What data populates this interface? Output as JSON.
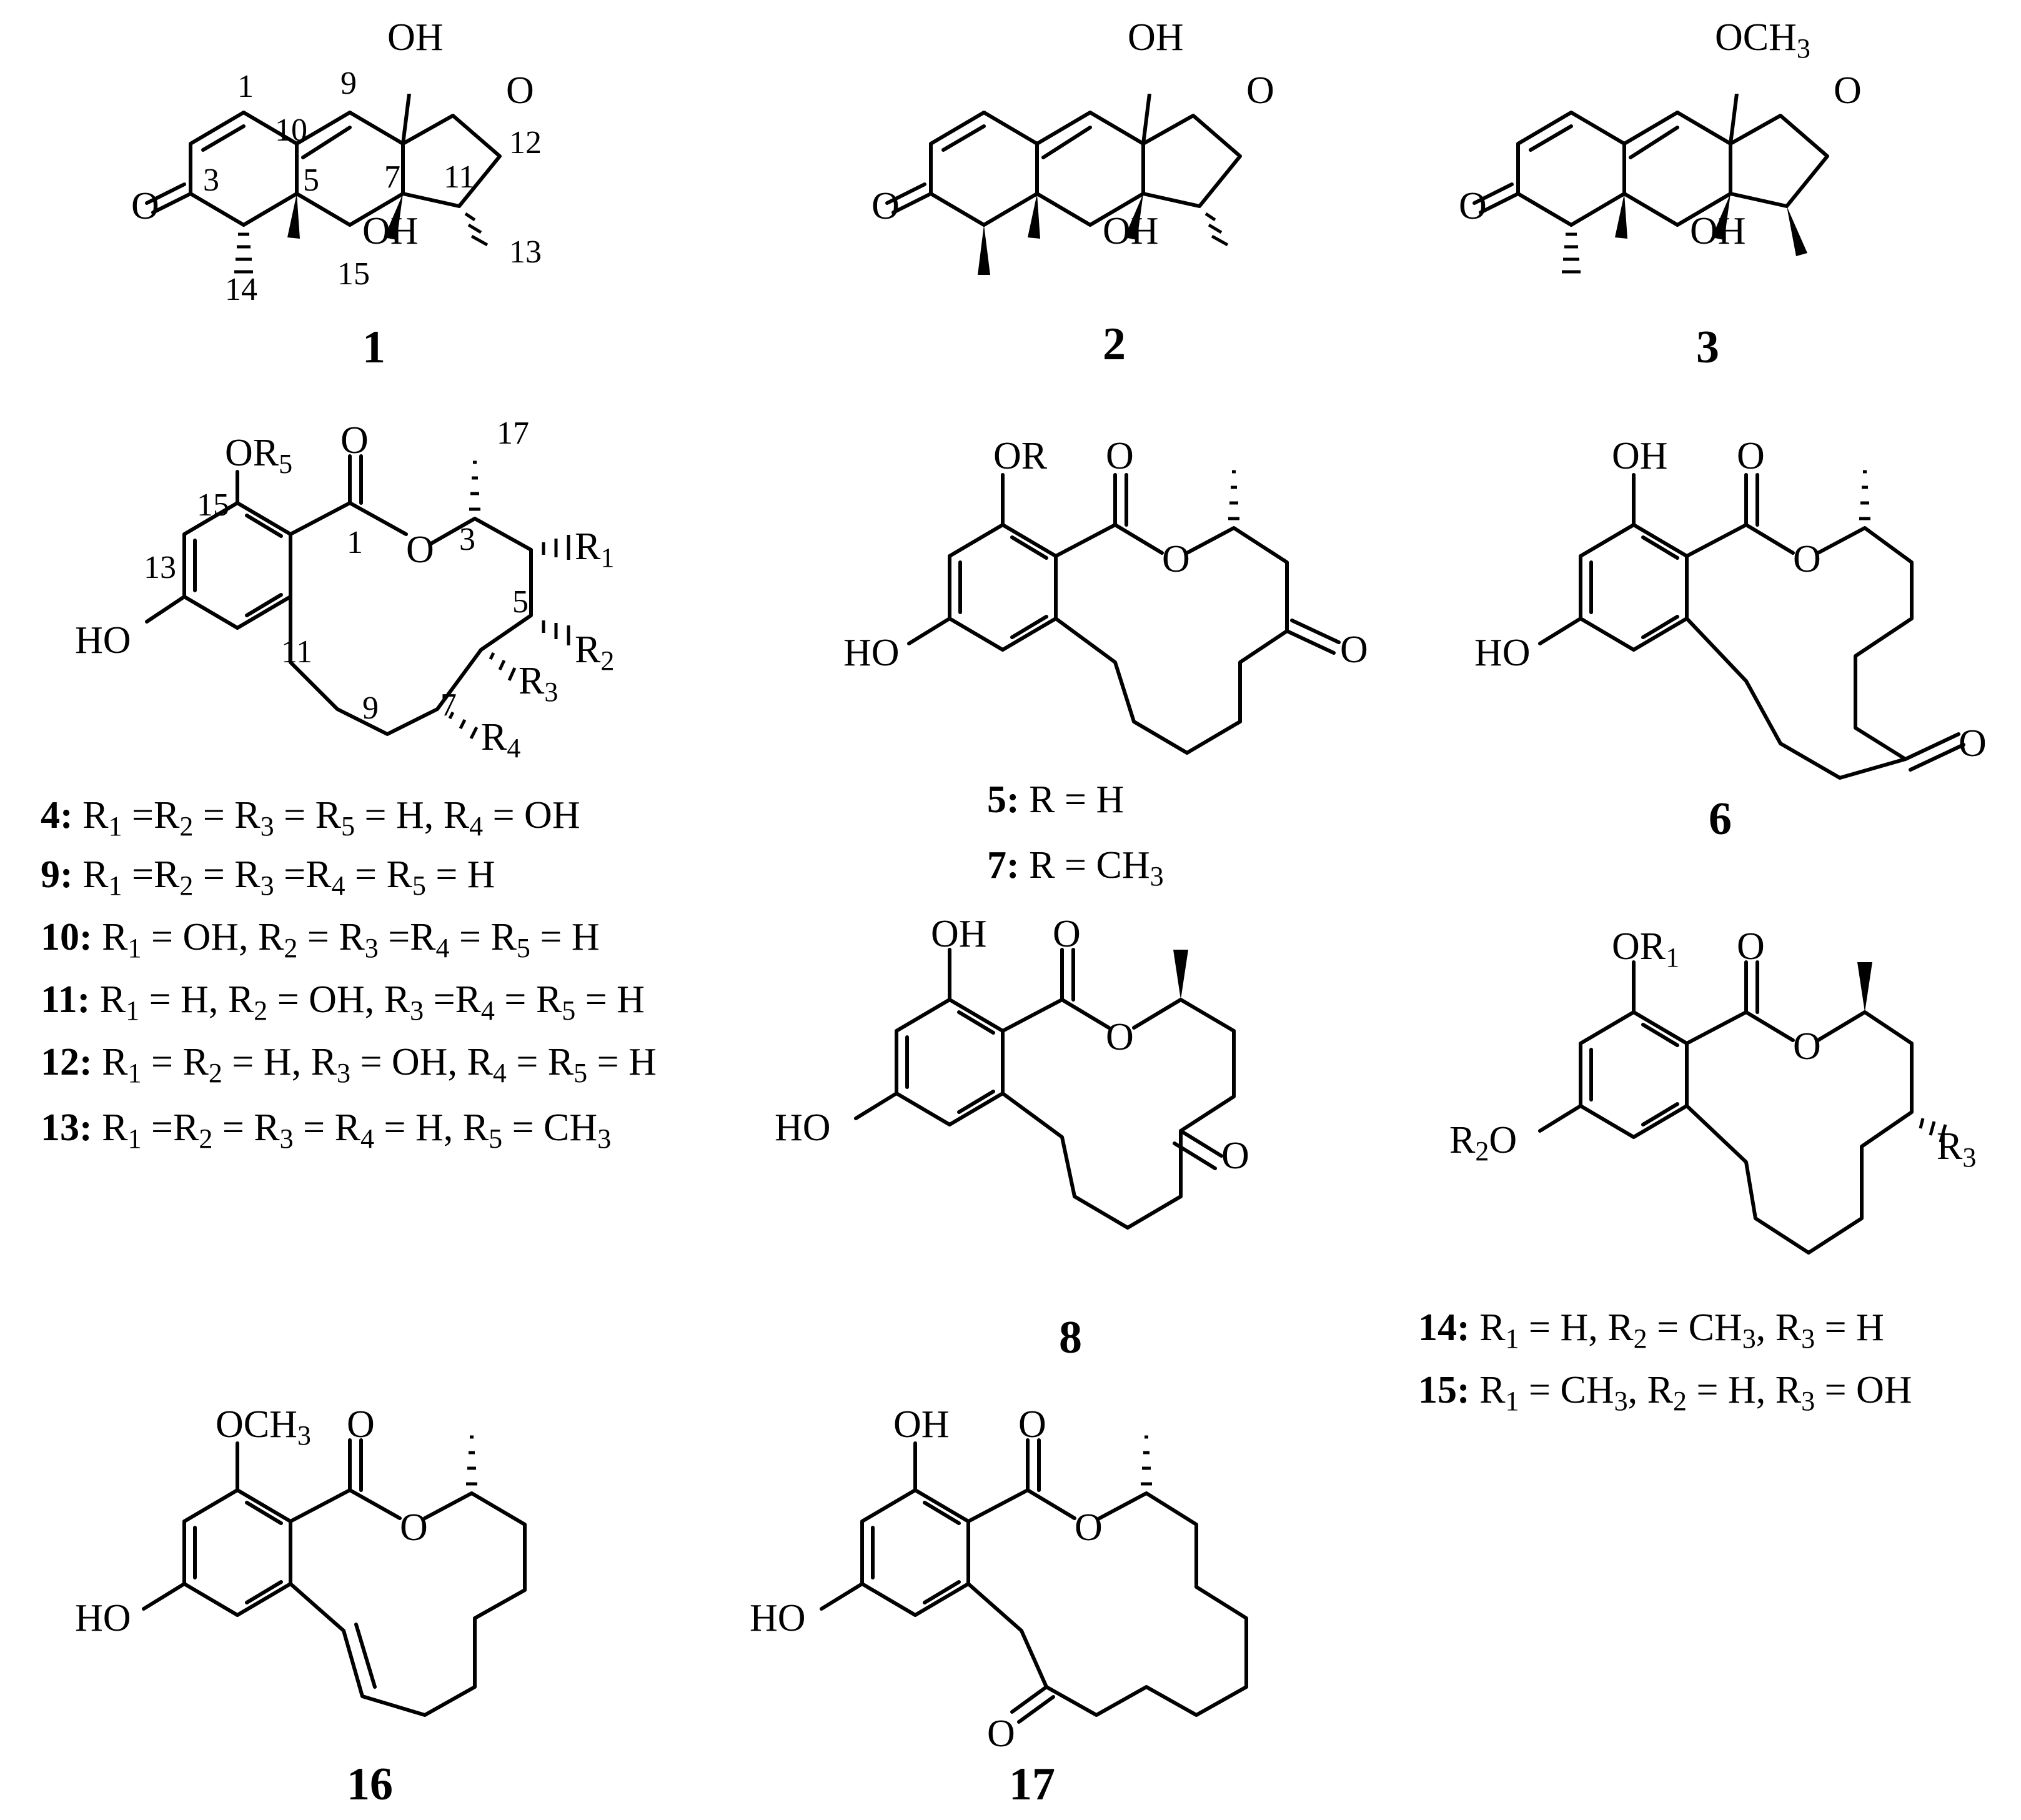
{
  "figure": {
    "compound_labels": [
      "1",
      "2",
      "3",
      "4",
      "5",
      "6",
      "7",
      "8",
      "9",
      "10",
      "11",
      "12",
      "13",
      "14",
      "15",
      "16",
      "17"
    ],
    "c1": {
      "id": "1",
      "locants": [
        "1",
        "9",
        "10",
        "3",
        "5",
        "7",
        "11",
        "12",
        "13",
        "14",
        "15"
      ],
      "atoms": {
        "oh_top": "OH",
        "o_ring": "O",
        "o_keto": "O",
        "oh_bot": "OH"
      }
    },
    "c2": {
      "id": "2",
      "atoms": {
        "oh_top": "OH",
        "o_ring": "O",
        "o_keto": "O",
        "oh_bot": "OH"
      }
    },
    "c3": {
      "id": "3",
      "atoms": {
        "ome_top": "OCH3",
        "o_ring": "O",
        "o_keto": "O",
        "oh_bot": "OH"
      }
    },
    "c4": {
      "atoms": {
        "or5": "OR5",
        "o_carbonyl": "O",
        "o_ring": "O",
        "ho": "HO",
        "r1": "R1",
        "r2": "R2",
        "r3": "R3",
        "r4": "R4"
      },
      "locants": [
        "17",
        "15",
        "1",
        "3",
        "13",
        "5",
        "11",
        "9",
        "7"
      ],
      "substituents": [
        {
          "n": "4:",
          "text": "R1 =R2 = R3 = R5 = H, R4 = OH"
        },
        {
          "n": "9:",
          "text": "R1 =R2 = R3 =R4 = R5 = H"
        },
        {
          "n": "10:",
          "text": "R1 = OH, R2 = R3 =R4 = R5 = H"
        },
        {
          "n": "11:",
          "text": "R1 = H, R2 = OH, R3 =R4 = R5 = H"
        },
        {
          "n": "12:",
          "text": "R1 = R2 = H, R3 = OH, R4 = R5 = H"
        },
        {
          "n": "13:",
          "text": "R1 =R2 = R3 = R4 = H, R5 = CH3"
        }
      ]
    },
    "c5": {
      "atoms": {
        "or": "OR",
        "o_carbonyl": "O",
        "o_ring": "O",
        "ho": "HO",
        "o_keto": "O"
      },
      "substituents": [
        {
          "n": "5:",
          "text": "R = H"
        },
        {
          "n": "7:",
          "text": "R = CH3"
        }
      ]
    },
    "c6": {
      "id": "6",
      "atoms": {
        "oh": "OH",
        "o_carbonyl": "O",
        "o_ring": "O",
        "ho": "HO",
        "o_keto": "O"
      }
    },
    "c8": {
      "id": "8",
      "atoms": {
        "oh": "OH",
        "o_carbonyl": "O",
        "o_ring": "O",
        "ho": "HO",
        "o_keto": "O"
      }
    },
    "c14": {
      "atoms": {
        "or1": "OR1",
        "o_carbonyl": "O",
        "o_ring": "O",
        "r2o": "R2O",
        "r3": "R3"
      },
      "substituents": [
        {
          "n": "14:",
          "text": "R1 = H, R2 = CH3, R3 = H"
        },
        {
          "n": "15:",
          "text": "R1 = CH3, R2 = H, R3 = OH"
        }
      ]
    },
    "c16": {
      "id": "16",
      "atoms": {
        "ome": "OCH3",
        "o_carbonyl": "O",
        "o_ring": "O",
        "ho": "HO"
      }
    },
    "c17": {
      "id": "17",
      "atoms": {
        "oh": "OH",
        "o_carbonyl": "O",
        "o_ring": "O",
        "ho": "HO",
        "o_keto": "O"
      }
    }
  }
}
